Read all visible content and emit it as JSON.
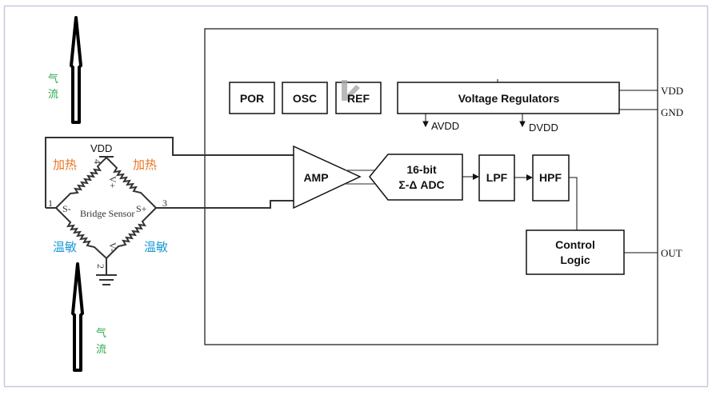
{
  "diagram": {
    "title": "Gas flow sensor block diagram",
    "colors": {
      "frame_border": "#c8c8e0",
      "line": "#111111",
      "heat_label": "#e87722",
      "temp_label": "#1a9ad6",
      "airflow_label": "#2aa84a"
    },
    "airflow": {
      "top_label_line1": "气",
      "top_label_line2": "流",
      "bottom_label_line1": "气",
      "bottom_label_line2": "流"
    },
    "bridge": {
      "vdd_label": "VDD",
      "name": "Bridge Sensor",
      "heater_left": "加热",
      "heater_right": "加热",
      "temp_left": "温敏",
      "temp_right": "温敏",
      "node_v_plus": "V+",
      "node_v_minus": "V-",
      "node_s_minus": "S-",
      "node_s_plus": "S+",
      "pin1": "1",
      "pin2": "2",
      "pin3": "3",
      "pin4": "4"
    },
    "blocks": {
      "por": "POR",
      "osc": "OSC",
      "ref": "REF",
      "regulators": "Voltage Regulators",
      "avdd": "AVDD",
      "dvdd": "DVDD",
      "amp": "AMP",
      "adc_line1": "16-bit",
      "adc_line2": "Σ-Δ ADC",
      "lpf": "LPF",
      "hpf": "HPF",
      "control_line1": "Control",
      "control_line2": "Logic"
    },
    "pins": {
      "vdd": "VDD",
      "gnd": "GND",
      "out": "OUT"
    }
  }
}
